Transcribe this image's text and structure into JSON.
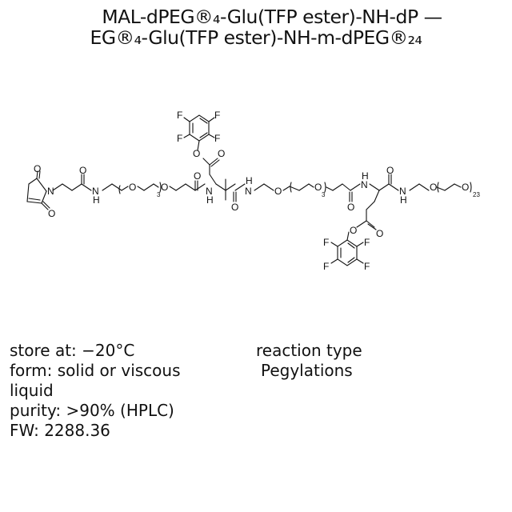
{
  "title": {
    "line1": "MAL-dPEG®₄-Glu(TFP ester)-NH-dP —",
    "line2": "EG®₄-Glu(TFP ester)-NH-m-dPEG®₂₄"
  },
  "structure": {
    "atom_labels": {
      "O": "O",
      "N": "N",
      "NH": "N",
      "H": "H",
      "F": "F"
    },
    "subscripts": {
      "peg_repeat_1": "3",
      "peg_repeat_2": "3",
      "peg_repeat_3": "23"
    }
  },
  "properties": {
    "storage": "store at: −20°C",
    "form_line1": "form: solid or viscous",
    "form_line2": "liquid",
    "purity": "purity: >90% (HPLC)",
    "fw": "FW: 2288.36"
  },
  "reaction": {
    "label": "reaction type",
    "value": "Pegylations"
  }
}
